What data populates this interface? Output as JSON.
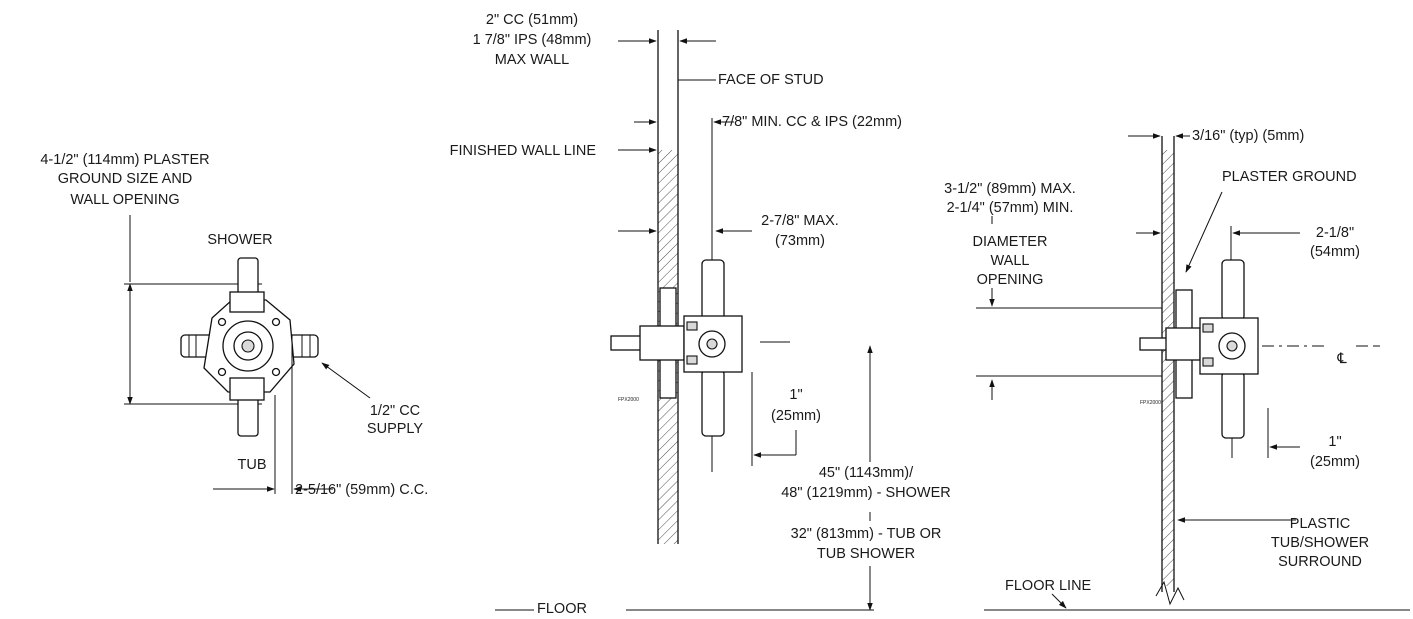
{
  "left_view": {
    "plaster_ground": [
      "4-1/2\" (114mm) PLASTER",
      "GROUND SIZE AND",
      "WALL OPENING"
    ],
    "shower": "SHOWER",
    "tub": "TUB",
    "cc_supply": [
      "1/2\" CC",
      "SUPPLY"
    ],
    "center_spacing": "2-5/16\" (59mm) C.C."
  },
  "middle_view": {
    "max_wall": [
      "2\" CC (51mm)",
      "1 7/8\" IPS (48mm)",
      "MAX WALL"
    ],
    "face_of_stud": "FACE OF STUD",
    "finished_wall_line": "FINISHED WALL LINE",
    "min_depth": "7/8\" MIN. CC & IPS (22mm)",
    "max_depth": [
      "2-7/8\" MAX.",
      "(73mm)"
    ],
    "one_inch": [
      "1\"",
      "(25mm)"
    ],
    "height": [
      "45\" (1143mm)/",
      "48\" (1219mm) - SHOWER",
      "32\" (813mm) - TUB OR",
      "TUB SHOWER"
    ],
    "floor": "FLOOR"
  },
  "right_view": {
    "typ": "3/16\" (typ) (5mm)",
    "plaster_ground": "PLASTER GROUND",
    "diameter": [
      "3-1/2\" (89mm) MAX.",
      "2-1/4\" (57mm) MIN.",
      "DIAMETER",
      "WALL",
      "OPENING"
    ],
    "depth": [
      "2-1/8\"",
      "(54mm)"
    ],
    "centerline": "℄",
    "one_inch": [
      "1\"",
      "(25mm)"
    ],
    "surround": [
      "PLASTIC",
      "TUB/SHOWER",
      "SURROUND"
    ],
    "floor_line": "FLOOR LINE"
  }
}
